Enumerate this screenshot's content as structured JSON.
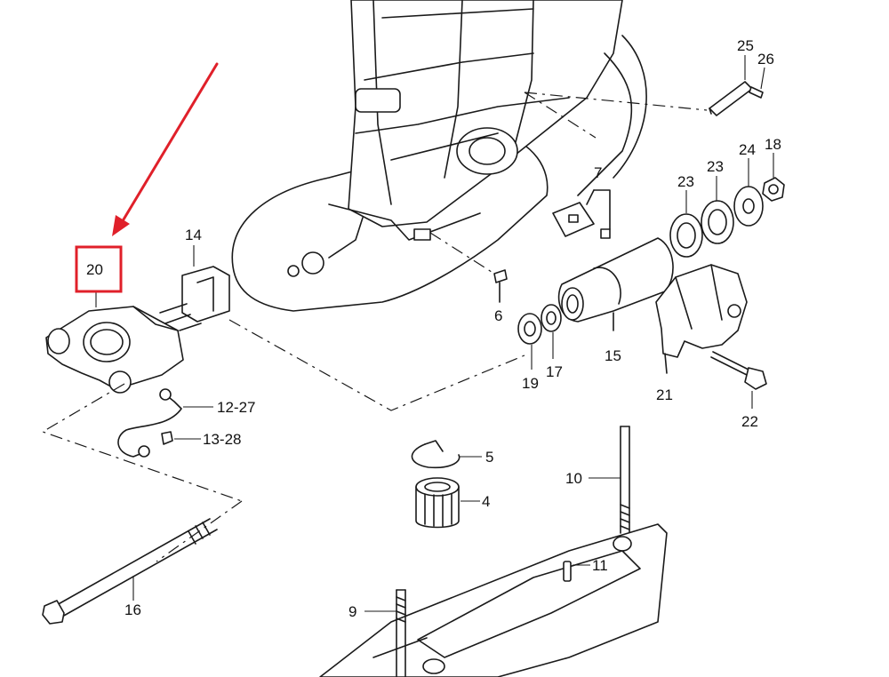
{
  "highlight": {
    "label": "20",
    "box_color": "#e0202a",
    "arrow_color": "#e0202a"
  },
  "labels": {
    "p25": "25",
    "p26": "26",
    "p7": "7",
    "p24": "24",
    "p18": "18",
    "p23a": "23",
    "p23b": "23",
    "p14": "14",
    "p6": "6",
    "p15": "15",
    "p19": "19",
    "p17": "17",
    "p21": "21",
    "p22": "22",
    "p12": "12-27",
    "p13": "13-28",
    "p5": "5",
    "p4": "4",
    "p10": "10",
    "p11": "11",
    "p9": "9",
    "p16": "16"
  }
}
